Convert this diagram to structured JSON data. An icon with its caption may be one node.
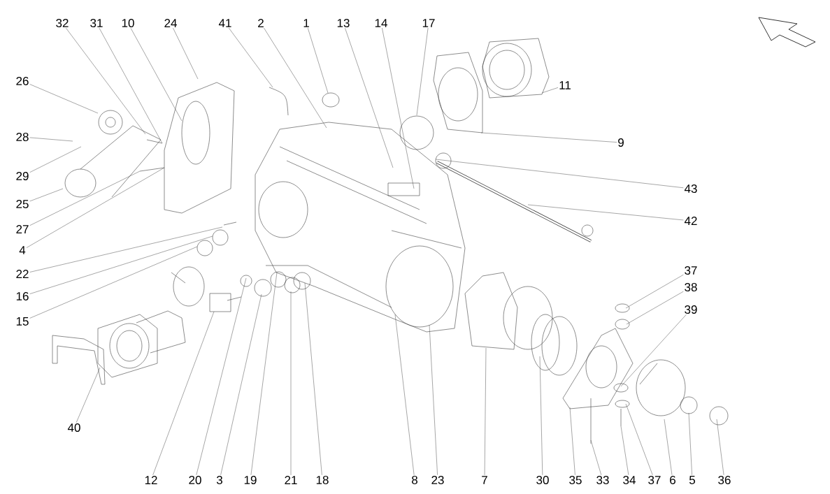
{
  "diagram": {
    "nodes": [
      {
        "text": [
          "32"
        ]
      },
      {
        "text": [
          "31"
        ]
      },
      {
        "text": [
          "10"
        ]
      },
      {
        "text": [
          "24"
        ]
      },
      {
        "text": [
          "41"
        ]
      },
      {
        "text": [
          "2"
        ]
      },
      {
        "text": [
          "1"
        ]
      },
      {
        "text": [
          "13"
        ]
      },
      {
        "text": [
          "14"
        ]
      },
      {
        "text": [
          "17"
        ]
      },
      {
        "text": [
          "26"
        ]
      },
      {
        "text": [
          "28"
        ]
      },
      {
        "text": [
          "29"
        ]
      },
      {
        "text": [
          "25"
        ]
      },
      {
        "text": [
          "27"
        ]
      },
      {
        "text": [
          "4"
        ]
      },
      {
        "text": [
          "22"
        ]
      },
      {
        "text": [
          "16"
        ]
      },
      {
        "text": [
          "15"
        ]
      },
      {
        "text": [
          "40"
        ]
      },
      {
        "text": [
          "11"
        ]
      },
      {
        "text": [
          "9"
        ]
      },
      {
        "text": [
          "43"
        ]
      },
      {
        "text": [
          "42"
        ]
      },
      {
        "text": [
          "37"
        ]
      },
      {
        "text": [
          "38"
        ]
      },
      {
        "text": [
          "39"
        ]
      },
      {
        "text": [
          "12"
        ]
      },
      {
        "text": [
          "20"
        ]
      },
      {
        "text": [
          "3"
        ]
      },
      {
        "text": [
          "19"
        ]
      },
      {
        "text": [
          "21"
        ]
      },
      {
        "text": [
          "18"
        ]
      },
      {
        "text": [
          "8"
        ]
      },
      {
        "text": [
          "23"
        ]
      },
      {
        "text": [
          "7"
        ]
      },
      {
        "text": [
          "30"
        ]
      },
      {
        "text": [
          "35"
        ]
      },
      {
        "text": [
          "33"
        ]
      },
      {
        "text": [
          "34"
        ]
      },
      {
        "text": [
          "37"
        ]
      },
      {
        "text": [
          "6"
        ]
      },
      {
        "text": [
          "5"
        ]
      },
      {
        "text": [
          "36"
        ]
      }
    ],
    "edges": [
      {
        "from": 0,
        "to": null,
        "arrow": "none"
      },
      {
        "from": 1,
        "to": null,
        "arrow": "none"
      },
      {
        "from": 2,
        "to": null,
        "arrow": "none"
      },
      {
        "from": 3,
        "to": null,
        "arrow": "none"
      },
      {
        "from": 4,
        "to": null,
        "arrow": "none"
      },
      {
        "from": 5,
        "to": null,
        "arrow": "none"
      },
      {
        "from": 6,
        "to": null,
        "arrow": "none"
      },
      {
        "from": 7,
        "to": null,
        "arrow": "none"
      },
      {
        "from": 8,
        "to": null,
        "arrow": "none"
      },
      {
        "from": 9,
        "to": null,
        "arrow": "none"
      },
      {
        "from": 10,
        "to": null,
        "arrow": "none"
      },
      {
        "from": 11,
        "to": null,
        "arrow": "none"
      },
      {
        "from": 12,
        "to": null,
        "arrow": "none"
      },
      {
        "from": 13,
        "to": null,
        "arrow": "none"
      },
      {
        "from": 14,
        "to": null,
        "arrow": "none"
      },
      {
        "from": 15,
        "to": null,
        "arrow": "none"
      },
      {
        "from": 16,
        "to": null,
        "arrow": "none"
      },
      {
        "from": 17,
        "to": null,
        "arrow": "none"
      },
      {
        "from": 18,
        "to": null,
        "arrow": "none"
      },
      {
        "from": 19,
        "to": null,
        "arrow": "none"
      },
      {
        "from": 20,
        "to": null,
        "arrow": "none"
      },
      {
        "from": 21,
        "to": null,
        "arrow": "none"
      },
      {
        "from": 22,
        "to": null,
        "arrow": "none"
      },
      {
        "from": 23,
        "to": null,
        "arrow": "none"
      },
      {
        "from": 24,
        "to": null,
        "arrow": "none"
      },
      {
        "from": 25,
        "to": null,
        "arrow": "none"
      },
      {
        "from": 26,
        "to": null,
        "arrow": "none"
      },
      {
        "from": 27,
        "to": null,
        "arrow": "none"
      },
      {
        "from": 28,
        "to": null,
        "arrow": "none"
      },
      {
        "from": 29,
        "to": null,
        "arrow": "none"
      },
      {
        "from": 30,
        "to": null,
        "arrow": "none"
      },
      {
        "from": 31,
        "to": null,
        "arrow": "none"
      },
      {
        "from": 32,
        "to": null,
        "arrow": "none"
      },
      {
        "from": 33,
        "to": null,
        "arrow": "none"
      },
      {
        "from": 34,
        "to": null,
        "arrow": "none"
      },
      {
        "from": 35,
        "to": null,
        "arrow": "none"
      },
      {
        "from": 36,
        "to": null,
        "arrow": "none"
      },
      {
        "from": 37,
        "to": null,
        "arrow": "none"
      },
      {
        "from": 38,
        "to": null,
        "arrow": "none"
      },
      {
        "from": 39,
        "to": null,
        "arrow": "none"
      },
      {
        "from": 40,
        "to": null,
        "arrow": "none"
      },
      {
        "from": 41,
        "to": null,
        "arrow": "none"
      },
      {
        "from": 42,
        "to": null,
        "arrow": "none"
      },
      {
        "from": 43,
        "to": null,
        "arrow": "none"
      }
    ]
  }
}
